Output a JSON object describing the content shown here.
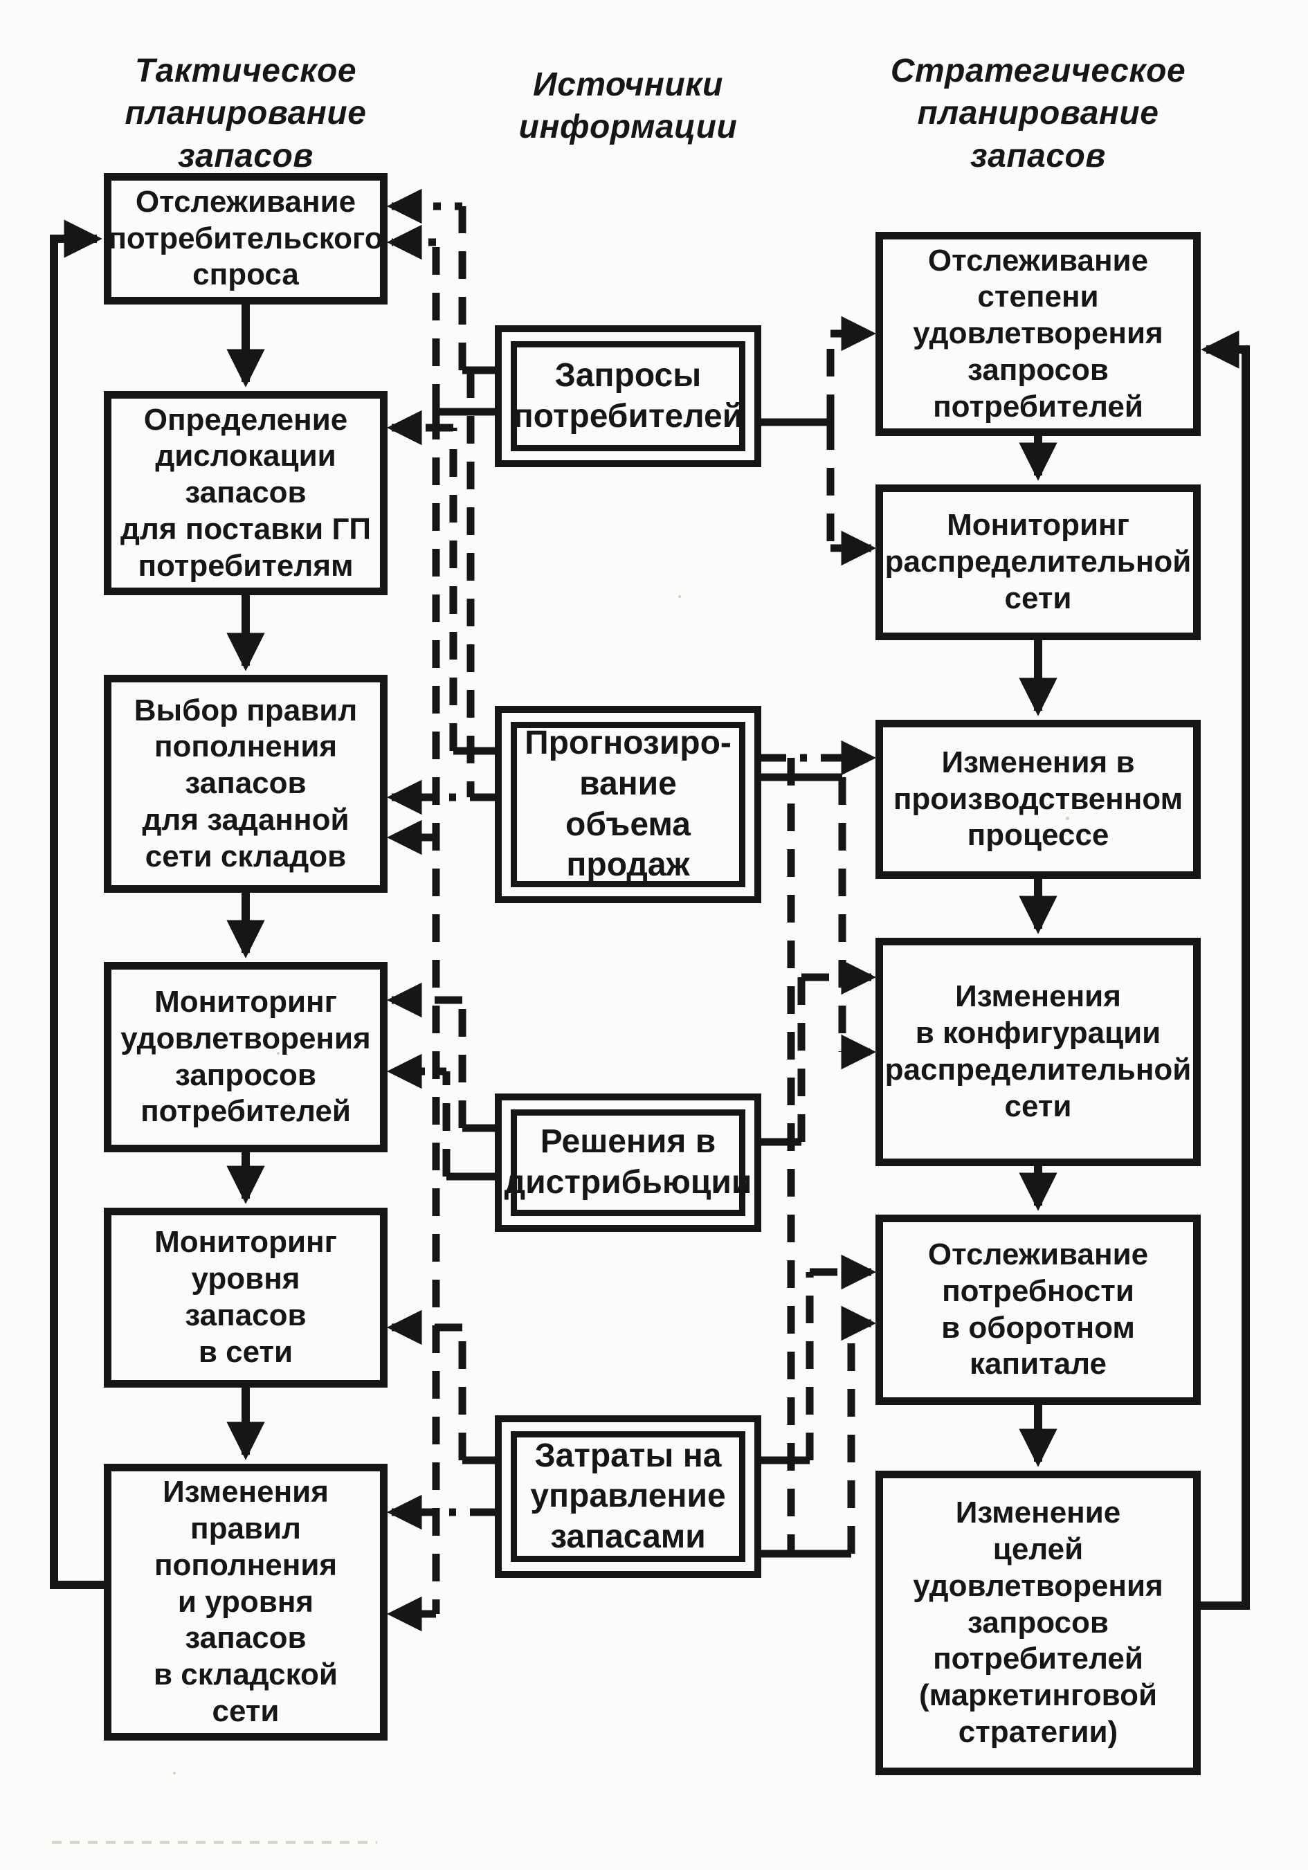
{
  "headers": {
    "tactical": "Тактическое\nпланирование\nзапасов",
    "sources": "Источники\nинформации",
    "strategic": "Стратегическое\nпланирование\nзапасов"
  },
  "tactical_column": {
    "boxes": [
      "Отслеживание\nпотребительского\nспроса",
      "Определение\nдислокации\nзапасов\nдля поставки ГП\nпотребителям",
      "Выбор правил\nпополнения\nзапасов\nдля заданной\nсети складов",
      "Мониторинг\nудовлетворения\nзапросов\nпотребителей",
      "Мониторинг\nуровня\nзапасов\nв сети",
      "Изменения\nправил\nпополнения\nи уровня\nзапасов\nв складской\nсети"
    ]
  },
  "sources_column": {
    "boxes": [
      "Запросы\nпотребителей",
      "Прогнозиро-\nвание объема\nпродаж",
      "Решения в\nдистрибьюции",
      "Затраты на\nуправление\nзапасами"
    ]
  },
  "strategic_column": {
    "boxes": [
      "Отслеживание\nстепени\nудовлетворения\nзапросов\nпотребителей",
      "Мониторинг\nраспределительной\nсети",
      "Изменения в\nпроизводственном\nпроцессе",
      "Изменения\nв конфигурации\nраспределительной\nсети",
      "Отслеживание\nпотребности\nв оборотном\nкапитале",
      "Изменение\nцелей\nудовлетворения\nзапросов\nпотребителей\n(маркетинговой\nстратегии)"
    ]
  },
  "colors": {
    "ink": "#161616",
    "paper": "#fbfbf9"
  }
}
